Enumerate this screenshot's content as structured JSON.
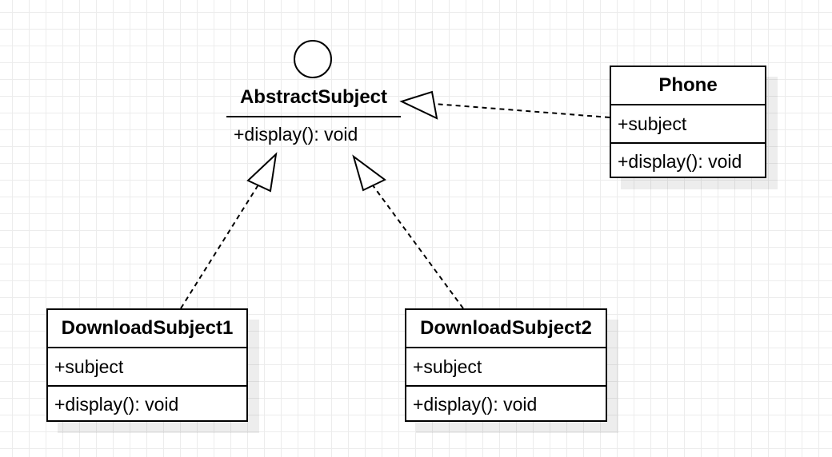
{
  "interface": {
    "name": "AbstractSubject",
    "operation": "+display(): void"
  },
  "classes": [
    {
      "name": "Phone",
      "attribute": "+subject",
      "operation": "+display(): void"
    },
    {
      "name": "DownloadSubject1",
      "attribute": "+subject",
      "operation": "+display(): void"
    },
    {
      "name": "DownloadSubject2",
      "attribute": "+subject",
      "operation": "+display(): void"
    }
  ],
  "relations": [
    {
      "from": "Phone",
      "to": "AbstractSubject",
      "type": "realization"
    },
    {
      "from": "DownloadSubject1",
      "to": "AbstractSubject",
      "type": "realization"
    },
    {
      "from": "DownloadSubject2",
      "to": "AbstractSubject",
      "type": "realization"
    }
  ],
  "colors": {
    "grid": "#ececec",
    "stroke": "#000000",
    "fill": "#ffffff"
  }
}
